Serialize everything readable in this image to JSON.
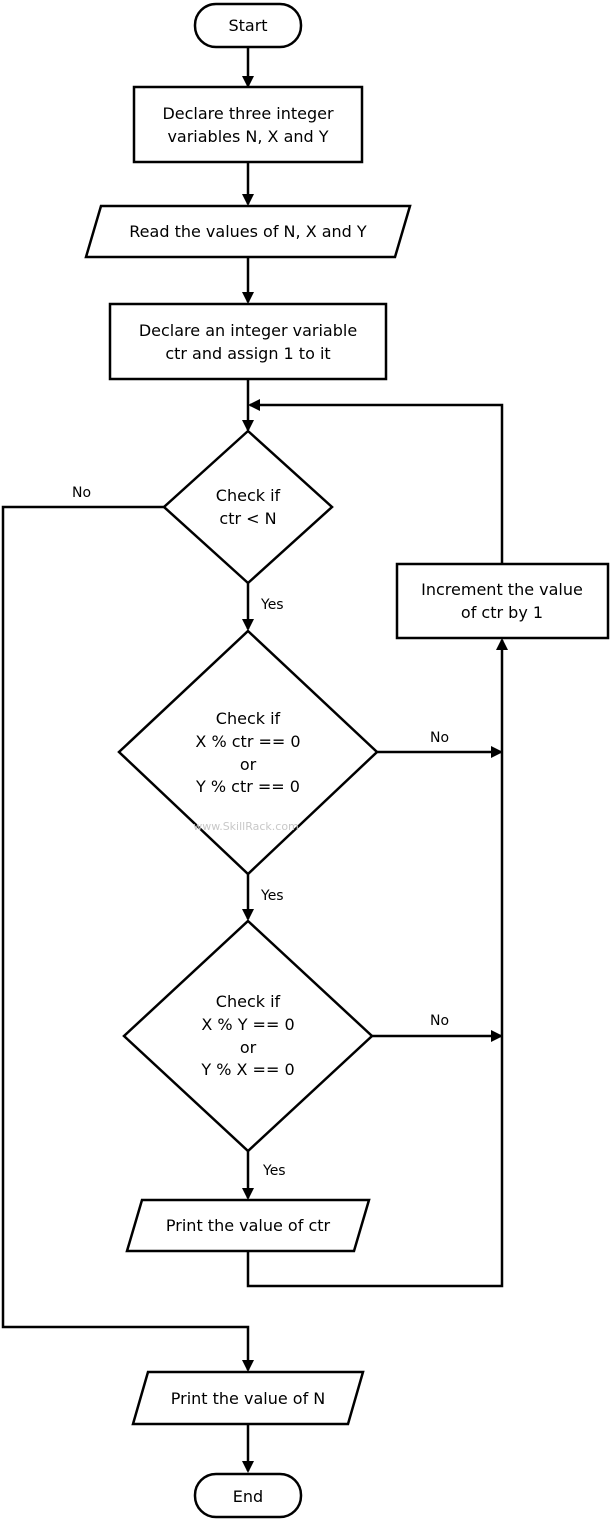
{
  "nodes": {
    "start": "Start",
    "declare_xyz": [
      "Declare three integer",
      "variables N, X and Y"
    ],
    "read_values": "Read the values of N, X and Y",
    "declare_ctr": [
      "Declare an integer variable",
      "ctr and assign 1 to it"
    ],
    "check_ctr": [
      "Check if",
      "ctr < N"
    ],
    "check_mod_ctr": [
      "Check if",
      "X % ctr == 0",
      "or",
      "Y % ctr == 0"
    ],
    "check_mod_xy": [
      "Check if",
      "X % Y == 0",
      "or",
      "Y % X == 0"
    ],
    "print_ctr": "Print the value of ctr",
    "increment": [
      "Increment the value",
      "of ctr by 1"
    ],
    "print_n": "Print the value of N",
    "end": "End"
  },
  "edge_labels": {
    "ctr_no": "No",
    "ctr_yes": "Yes",
    "mod_ctr_no": "No",
    "mod_ctr_yes": "Yes",
    "mod_xy_no": "No",
    "mod_xy_yes": "Yes"
  },
  "watermark": "www.SkillRack.com"
}
